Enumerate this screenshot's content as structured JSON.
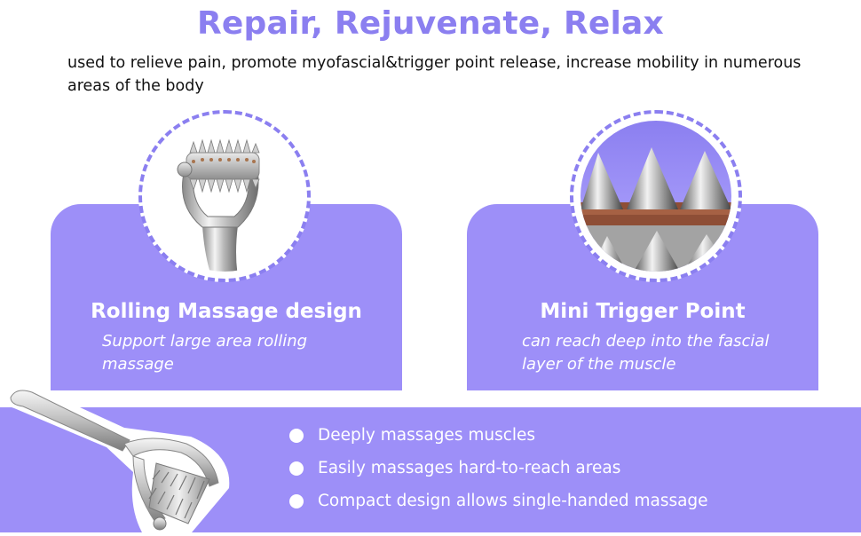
{
  "headline": "Repair, Rejuvenate, Relax",
  "subhead": "used to relieve pain, promote myofascial&trigger point release, increase mobility in numerous areas of the body",
  "features": [
    {
      "title": "Rolling Massage design",
      "description": "Support large area rolling massage",
      "image": "spiked-roller-closeup-image"
    },
    {
      "title": "Mini Trigger Point",
      "description": "can reach deep into the fascial layer of the muscle",
      "image": "trigger-point-spikes-image"
    }
  ],
  "bullets": [
    "Deeply massages muscles",
    "Easily massages hard-to-reach areas",
    "Compact design allows single-handed massage"
  ],
  "colors": {
    "accent": "#8b7ff0",
    "panel": "#9d8ff8",
    "text": "#111111",
    "inverse_text": "#ffffff"
  }
}
